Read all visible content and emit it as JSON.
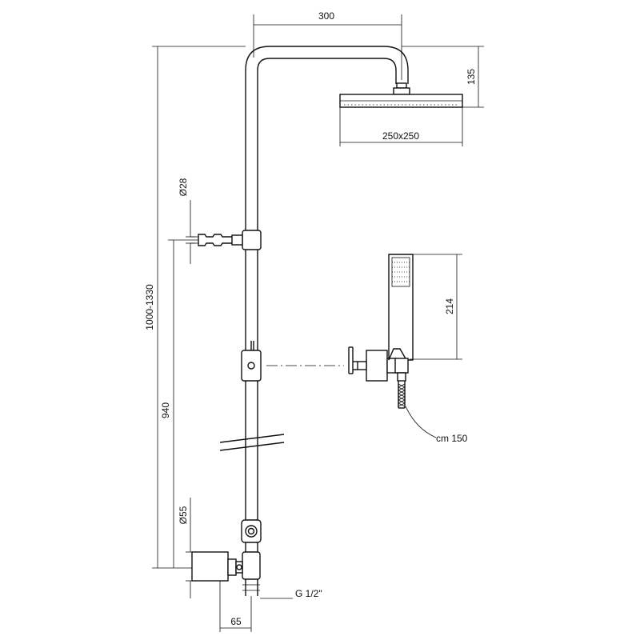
{
  "dimensions": {
    "arm_width": "300",
    "head_drop": "135",
    "head_size": "250x250",
    "outlet_diameter": "Ø28",
    "total_height": "1000-1330",
    "hand_shower_length": "214",
    "lower_height": "940",
    "valve_diameter": "Ø55",
    "hose_length": "cm 150",
    "inlet_thread": "G 1/2\"",
    "wall_offset": "65"
  }
}
